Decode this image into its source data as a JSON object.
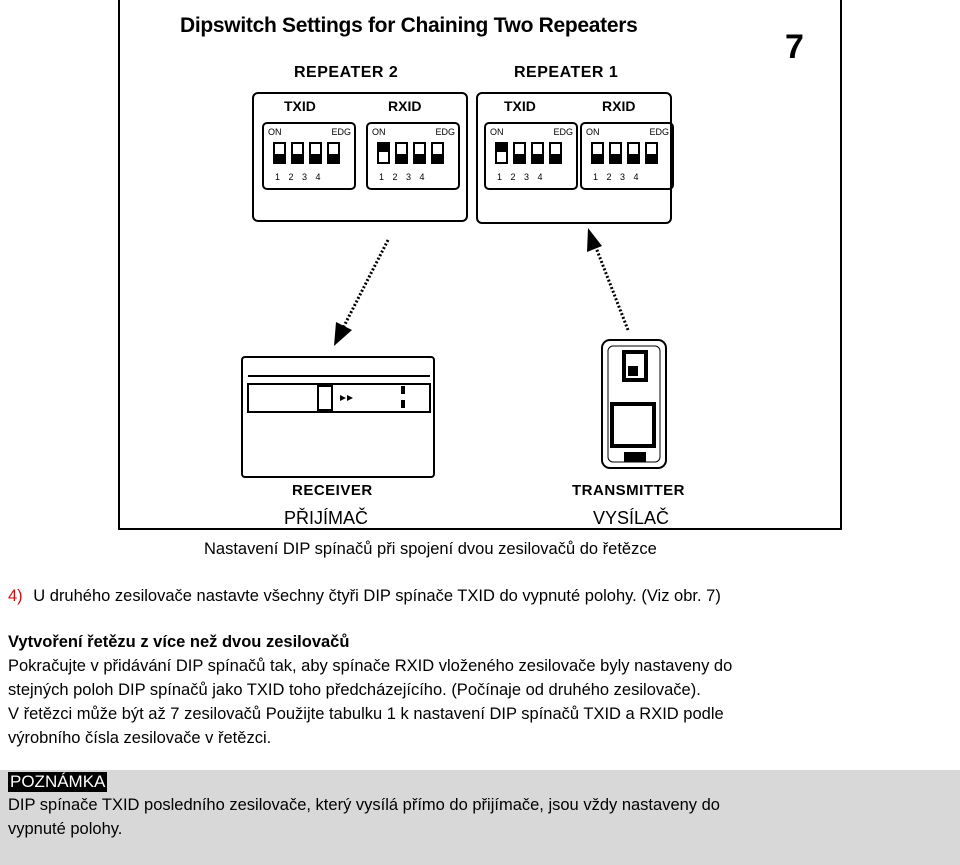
{
  "figure": {
    "title": "Dipswitch Settings for Chaining Two Repeaters",
    "number": "7",
    "repeaters": [
      {
        "title": "REPEATER 2",
        "blocks": [
          {
            "label": "TXID",
            "on_label": "ON",
            "edg_label": "EDG",
            "switches": [
              "off",
              "off",
              "off",
              "off"
            ],
            "numbers": [
              "1",
              "2",
              "3",
              "4"
            ]
          },
          {
            "label": "RXID",
            "on_label": "ON",
            "edg_label": "EDG",
            "switches": [
              "on",
              "off",
              "off",
              "off"
            ],
            "numbers": [
              "1",
              "2",
              "3",
              "4"
            ]
          }
        ]
      },
      {
        "title": "REPEATER 1",
        "blocks": [
          {
            "label": "TXID",
            "on_label": "ON",
            "edg_label": "EDG",
            "switches": [
              "on",
              "off",
              "off",
              "off"
            ],
            "numbers": [
              "1",
              "2",
              "3",
              "4"
            ]
          },
          {
            "label": "RXID",
            "on_label": "ON",
            "edg_label": "EDG",
            "switches": [
              "off",
              "off",
              "off",
              "off"
            ],
            "numbers": [
              "1",
              "2",
              "3",
              "4"
            ]
          }
        ]
      }
    ],
    "receiver_label": "RECEIVER",
    "transmitter_label": "TRANSMITTER",
    "receiver_cz": "PŘIJÍMAČ",
    "transmitter_cz": "VYSÍLAČ"
  },
  "caption": "Nastavení DIP spínačů při spojení dvou zesilovačů do řetězce",
  "step": {
    "number": "4)",
    "text": "U druhého zesilovače nastavte všechny čtyři DIP spínače  TXID do vypnuté polohy. (Viz obr. 7)"
  },
  "section": {
    "heading": "Vytvoření řetězu z více než dvou zesilovačů",
    "lines": [
      "Pokračujte  v přidávání DIP spínačů tak, aby spínače  RXID vloženého zesilovače byly nastaveny do",
      "stejných poloh DIP spínačů jako  TXID toho předcházejícího.  (Počínaje od druhého zesilovače).",
      "V řetězci může být až 7 zesilovačů Použijte tabulku 1  k nastavení DIP spínačů  TXID a RXID podle",
      "výrobního čísla zesilovače v řetězci."
    ]
  },
  "note": {
    "label": "POZNÁMKA",
    "lines": [
      "DIP spínače  TXID posledního zesilovače, který vysílá přímo do přijímače, jsou vždy nastaveny do",
      "vypnuté polohy."
    ]
  }
}
